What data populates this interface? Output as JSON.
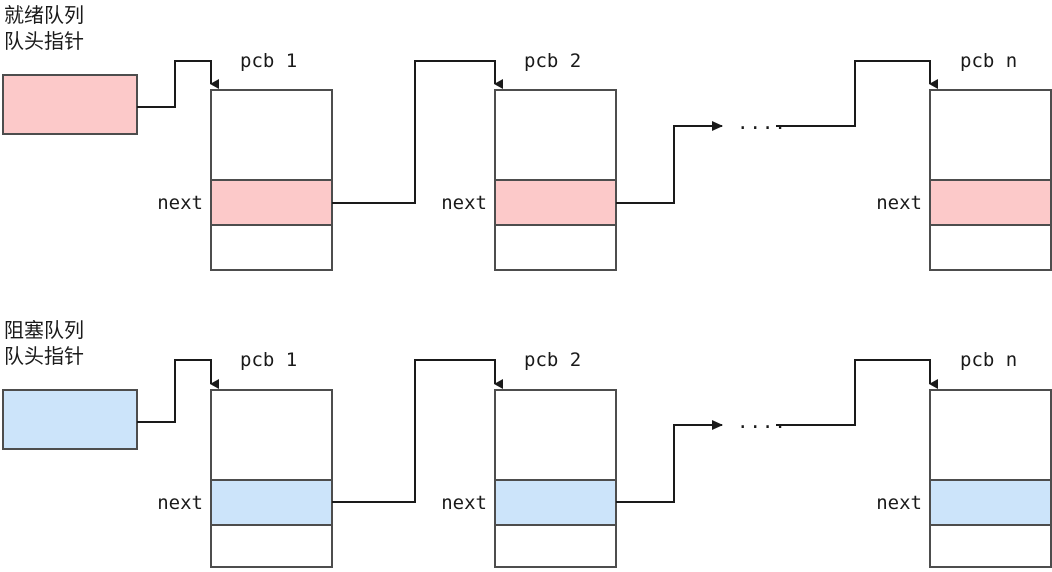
{
  "diagram": {
    "title_ready": "就绪队列\n队头指针",
    "title_blocked": "阻塞队列\n队头指针",
    "colors": {
      "ready_fill": "#fcc9c9",
      "blocked_fill": "#cce4fa",
      "stroke": "#1a1a1a",
      "box_stroke": "#4d4d4d",
      "background": "#ffffff"
    },
    "rows": [
      {
        "id": "ready-queue",
        "head_label": "就绪队列\n队头指针",
        "head_line1": "就绪队列",
        "head_line2": "队头指针",
        "fill": "#fcc9c9",
        "ellipsis": "....",
        "nodes": [
          {
            "title": "pcb 1",
            "next_label": "next"
          },
          {
            "title": "pcb 2",
            "next_label": "next"
          },
          {
            "title": "pcb n",
            "next_label": "next"
          }
        ]
      },
      {
        "id": "blocked-queue",
        "head_label": "阻塞队列\n队头指针",
        "head_line1": "阻塞队列",
        "head_line2": "队头指针",
        "fill": "#cce4fa",
        "ellipsis": "....",
        "nodes": [
          {
            "title": "pcb 1",
            "next_label": "next"
          },
          {
            "title": "pcb 2",
            "next_label": "next"
          },
          {
            "title": "pcb n",
            "next_label": "next"
          }
        ]
      }
    ]
  }
}
